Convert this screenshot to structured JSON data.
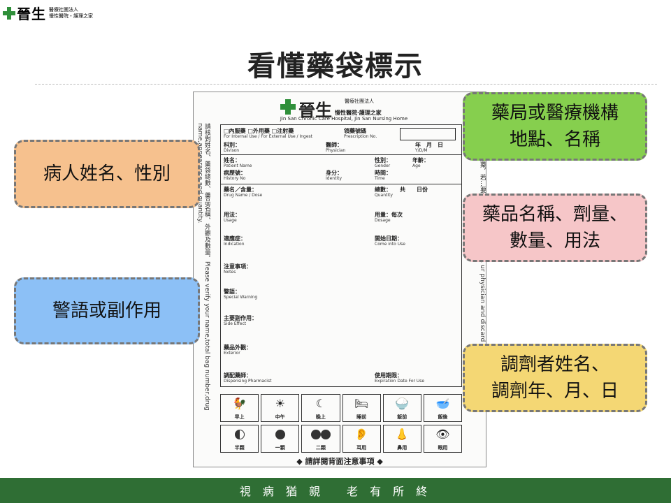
{
  "logo": {
    "brand": "晉生",
    "line1": "醫療社團法人",
    "line2": "慢性醫院‧護理之家"
  },
  "title": "看懂藥袋標示",
  "callouts": {
    "patient": "病人姓名、性別",
    "warning": "警語或副作用",
    "pharmacy": [
      "藥局或醫療機構",
      "地點、名稱"
    ],
    "drug": [
      "藥品名稱、劑量、",
      "數量、用法"
    ],
    "dispenser": [
      "調劑者姓名、",
      "調劑年、月、日"
    ]
  },
  "bag": {
    "brand": "晉生",
    "org": "醫療社團法人",
    "dept": "慢性醫院‧護理之家",
    "english": "Jin San Chronic Care Hospital, Jin San Nursing Home",
    "side_left": "請核對姓名、藥袋總數、藥品名稱、外觀及數量。Please verify your name,total bag number,drug name,appearance,and quantity.",
    "side_right": "服藥，若…要素。…medication on… ur physician and discard an",
    "type_row": "□內服藥 □外用藥 □注射藥",
    "type_row_en": "For Internal Use / For External Use / Ingest",
    "rx_no": "領藥號碼",
    "rx_no_en": "Prescription No.",
    "division": "科別：",
    "division_en": "Divison",
    "physician": "醫師：",
    "physician_en": "Physician",
    "date": "年　月　日",
    "date_en": "Y/D/M",
    "name": "姓名：",
    "name_en": "Patient Name",
    "gender": "性別：",
    "gender_en": "Gender",
    "age": "年齡：",
    "age_en": "Age",
    "history": "病歷號：",
    "history_en": "History No",
    "identity": "身分：",
    "identity_en": "Identity",
    "time": "時間：",
    "time_en": "Time",
    "drug": "藥名／含量：",
    "drug_en": "Drug Name / Dose",
    "total": "總數：　　共　　日份",
    "total_en": "Quantity",
    "usage": "用法：",
    "usage_en": "Usage",
    "dosage": "用量：每次",
    "dosage_en": "Dosage",
    "indication": "適應症：",
    "indication_en": "Indication",
    "start": "開始日期：",
    "start_en": "Come into Use",
    "notes": "注意事項：",
    "notes_en": "Notes",
    "special": "警語：",
    "special_en": "Special Warning",
    "side_effect": "主要副作用：",
    "side_effect_en": "Side Effect",
    "exterior": "藥品外觀：",
    "exterior_en": "Exterior",
    "pharmacist": "調配藥師：",
    "pharmacist_en": "Dispensing Pharmacist",
    "expiry": "使用期限：",
    "expiry_en": "Expiration Date For Use",
    "icons_row1": [
      "早上",
      "中午",
      "晚上",
      "睡前",
      "飯前",
      "飯後"
    ],
    "icons_row2": [
      "半顆",
      "一顆",
      "二顆",
      "耳用",
      "鼻用",
      "眼用"
    ],
    "footer": "◆ 請詳閱背面注意事項 ◆"
  },
  "footer": [
    "視 病 猶 親",
    "老 有 所 終"
  ]
}
